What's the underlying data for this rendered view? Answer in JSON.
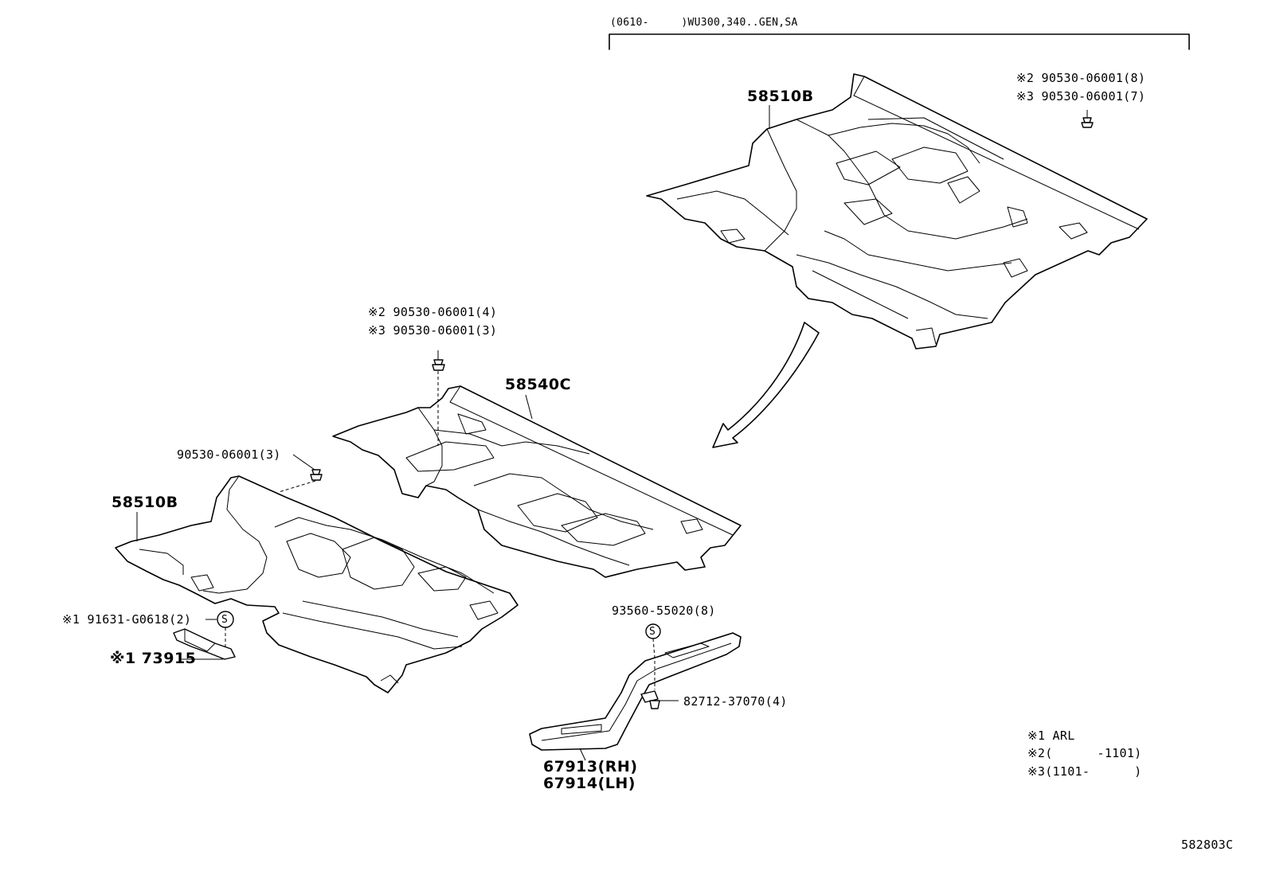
{
  "header": {
    "range_label": "(0610-     )WU300,340..GEN,SA"
  },
  "parts": {
    "top_carpet": "58510B",
    "top_clip_a": "※2 90530-06001(8)",
    "top_clip_b": "※3 90530-06001(7)",
    "mid_clip_a": "※2 90530-06001(4)",
    "mid_clip_b": "※3 90530-06001(3)",
    "rear_carpet": "58540C",
    "front_clip": "90530-06001(3)",
    "front_carpet": "58510B",
    "screw": "※1 91631-G0618(2)",
    "bracket": "※1 73915",
    "plate_screw": "93560-55020(8)",
    "plate_clip": "82712-37070(4)",
    "scuff_rh": "67913(RH)",
    "scuff_lh": "67914(LH)"
  },
  "symbols": {
    "screw_mark": "S",
    "plate_mark": "S"
  },
  "notes": {
    "n1": "※1 ARL",
    "n2": "※2(      -1101)",
    "n3": "※3(1101-      )"
  },
  "footer": {
    "figure_id": "582803C"
  }
}
